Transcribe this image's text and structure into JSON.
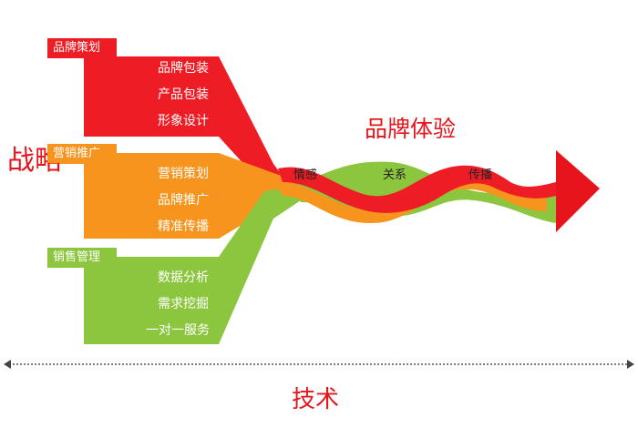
{
  "strategy_label": "战略",
  "technology_label": "技术",
  "brand_experience_label": "品牌体验",
  "groups": [
    {
      "tag": "品牌策划",
      "color": "#ee1c24",
      "items": [
        "品牌包装",
        "产品包装",
        "形象设计"
      ]
    },
    {
      "tag": "营销推广",
      "color": "#f7941d",
      "items": [
        "营销策划",
        "品牌推广",
        "精准传播"
      ]
    },
    {
      "tag": "销售管理",
      "color": "#8cc63f",
      "items": [
        "数据分析",
        "需求挖掘",
        "一对一服务"
      ]
    }
  ],
  "rope_labels": [
    "情感",
    "关系",
    "传播"
  ]
}
